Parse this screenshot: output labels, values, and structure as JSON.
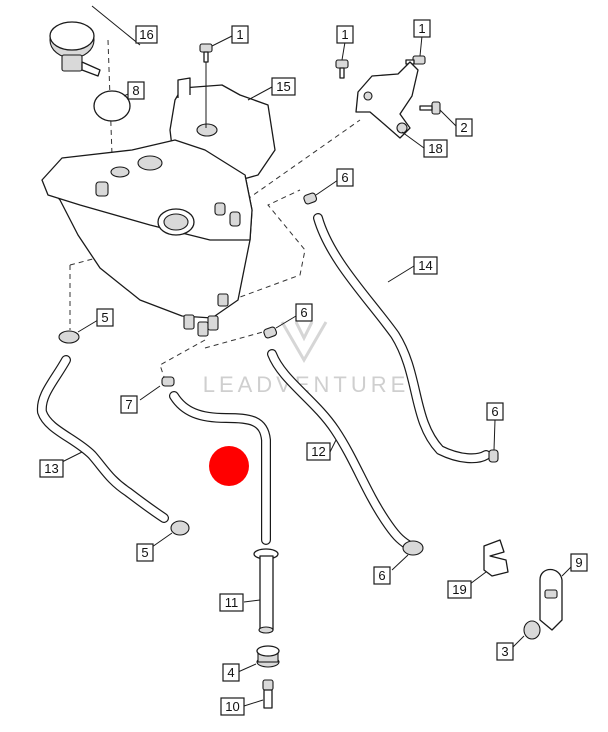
{
  "watermark": {
    "text": "LEADVENTURE",
    "logo": "vl-logo"
  },
  "marker": {
    "color": "#ff0000"
  },
  "callouts": {
    "c16": "16",
    "c8": "8",
    "c1a": "1",
    "c15": "15",
    "c1b": "1",
    "c1c": "1",
    "c2": "2",
    "c18": "18",
    "c6a": "6",
    "c14": "14",
    "c5a": "5",
    "c6b": "6",
    "c7": "7",
    "c6c": "6",
    "c13": "13",
    "c12": "12",
    "c5b": "5",
    "c6d": "6",
    "c9": "9",
    "c19": "19",
    "c11": "11",
    "c3": "3",
    "c4": "4",
    "c10": "10"
  }
}
